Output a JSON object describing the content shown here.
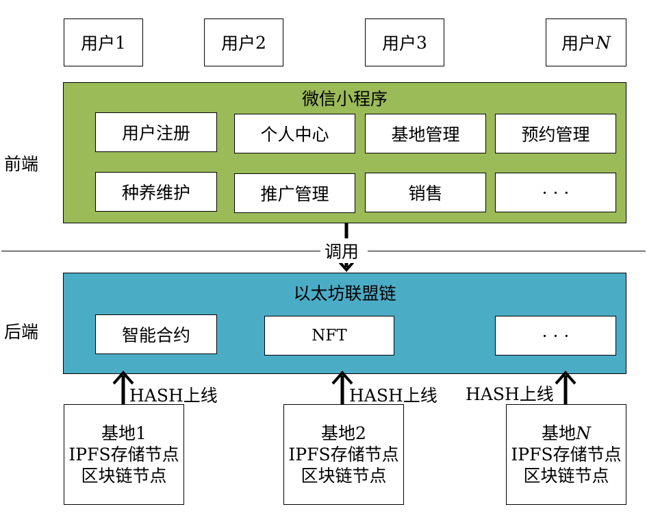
{
  "users": [
    {
      "prefix": "用户",
      "suffix": "1",
      "italic": false
    },
    {
      "prefix": "用户",
      "suffix": "2",
      "italic": false
    },
    {
      "prefix": "用户",
      "suffix": "3",
      "italic": false
    },
    {
      "prefix": "用户",
      "suffix": "N",
      "italic": true
    }
  ],
  "frontend": {
    "side_label": "前端",
    "title": "微信小程序",
    "color": "#9bbb59",
    "modules": [
      "用户注册",
      "个人中心",
      "基地管理",
      "预约管理",
      "种养维护",
      "推广管理",
      "销售",
      "· · ·"
    ]
  },
  "call_label": "调用",
  "backend": {
    "side_label": "后端",
    "title": "以太坊联盟链",
    "color": "#4bacc6",
    "modules": [
      "智能合约",
      "NFT",
      "· · ·"
    ]
  },
  "upload_label": "HASH上线",
  "bases": [
    {
      "name_prefix": "基地",
      "name_suffix": "1",
      "italic": false,
      "line2": "IPFS存储节点",
      "line3": "区块链节点"
    },
    {
      "name_prefix": "基地",
      "name_suffix": "2",
      "italic": false,
      "line2": "IPFS存储节点",
      "line3": "区块链节点"
    },
    {
      "name_prefix": "基地",
      "name_suffix": "N",
      "italic": true,
      "line2": "IPFS存储节点",
      "line3": "区块链节点"
    }
  ]
}
